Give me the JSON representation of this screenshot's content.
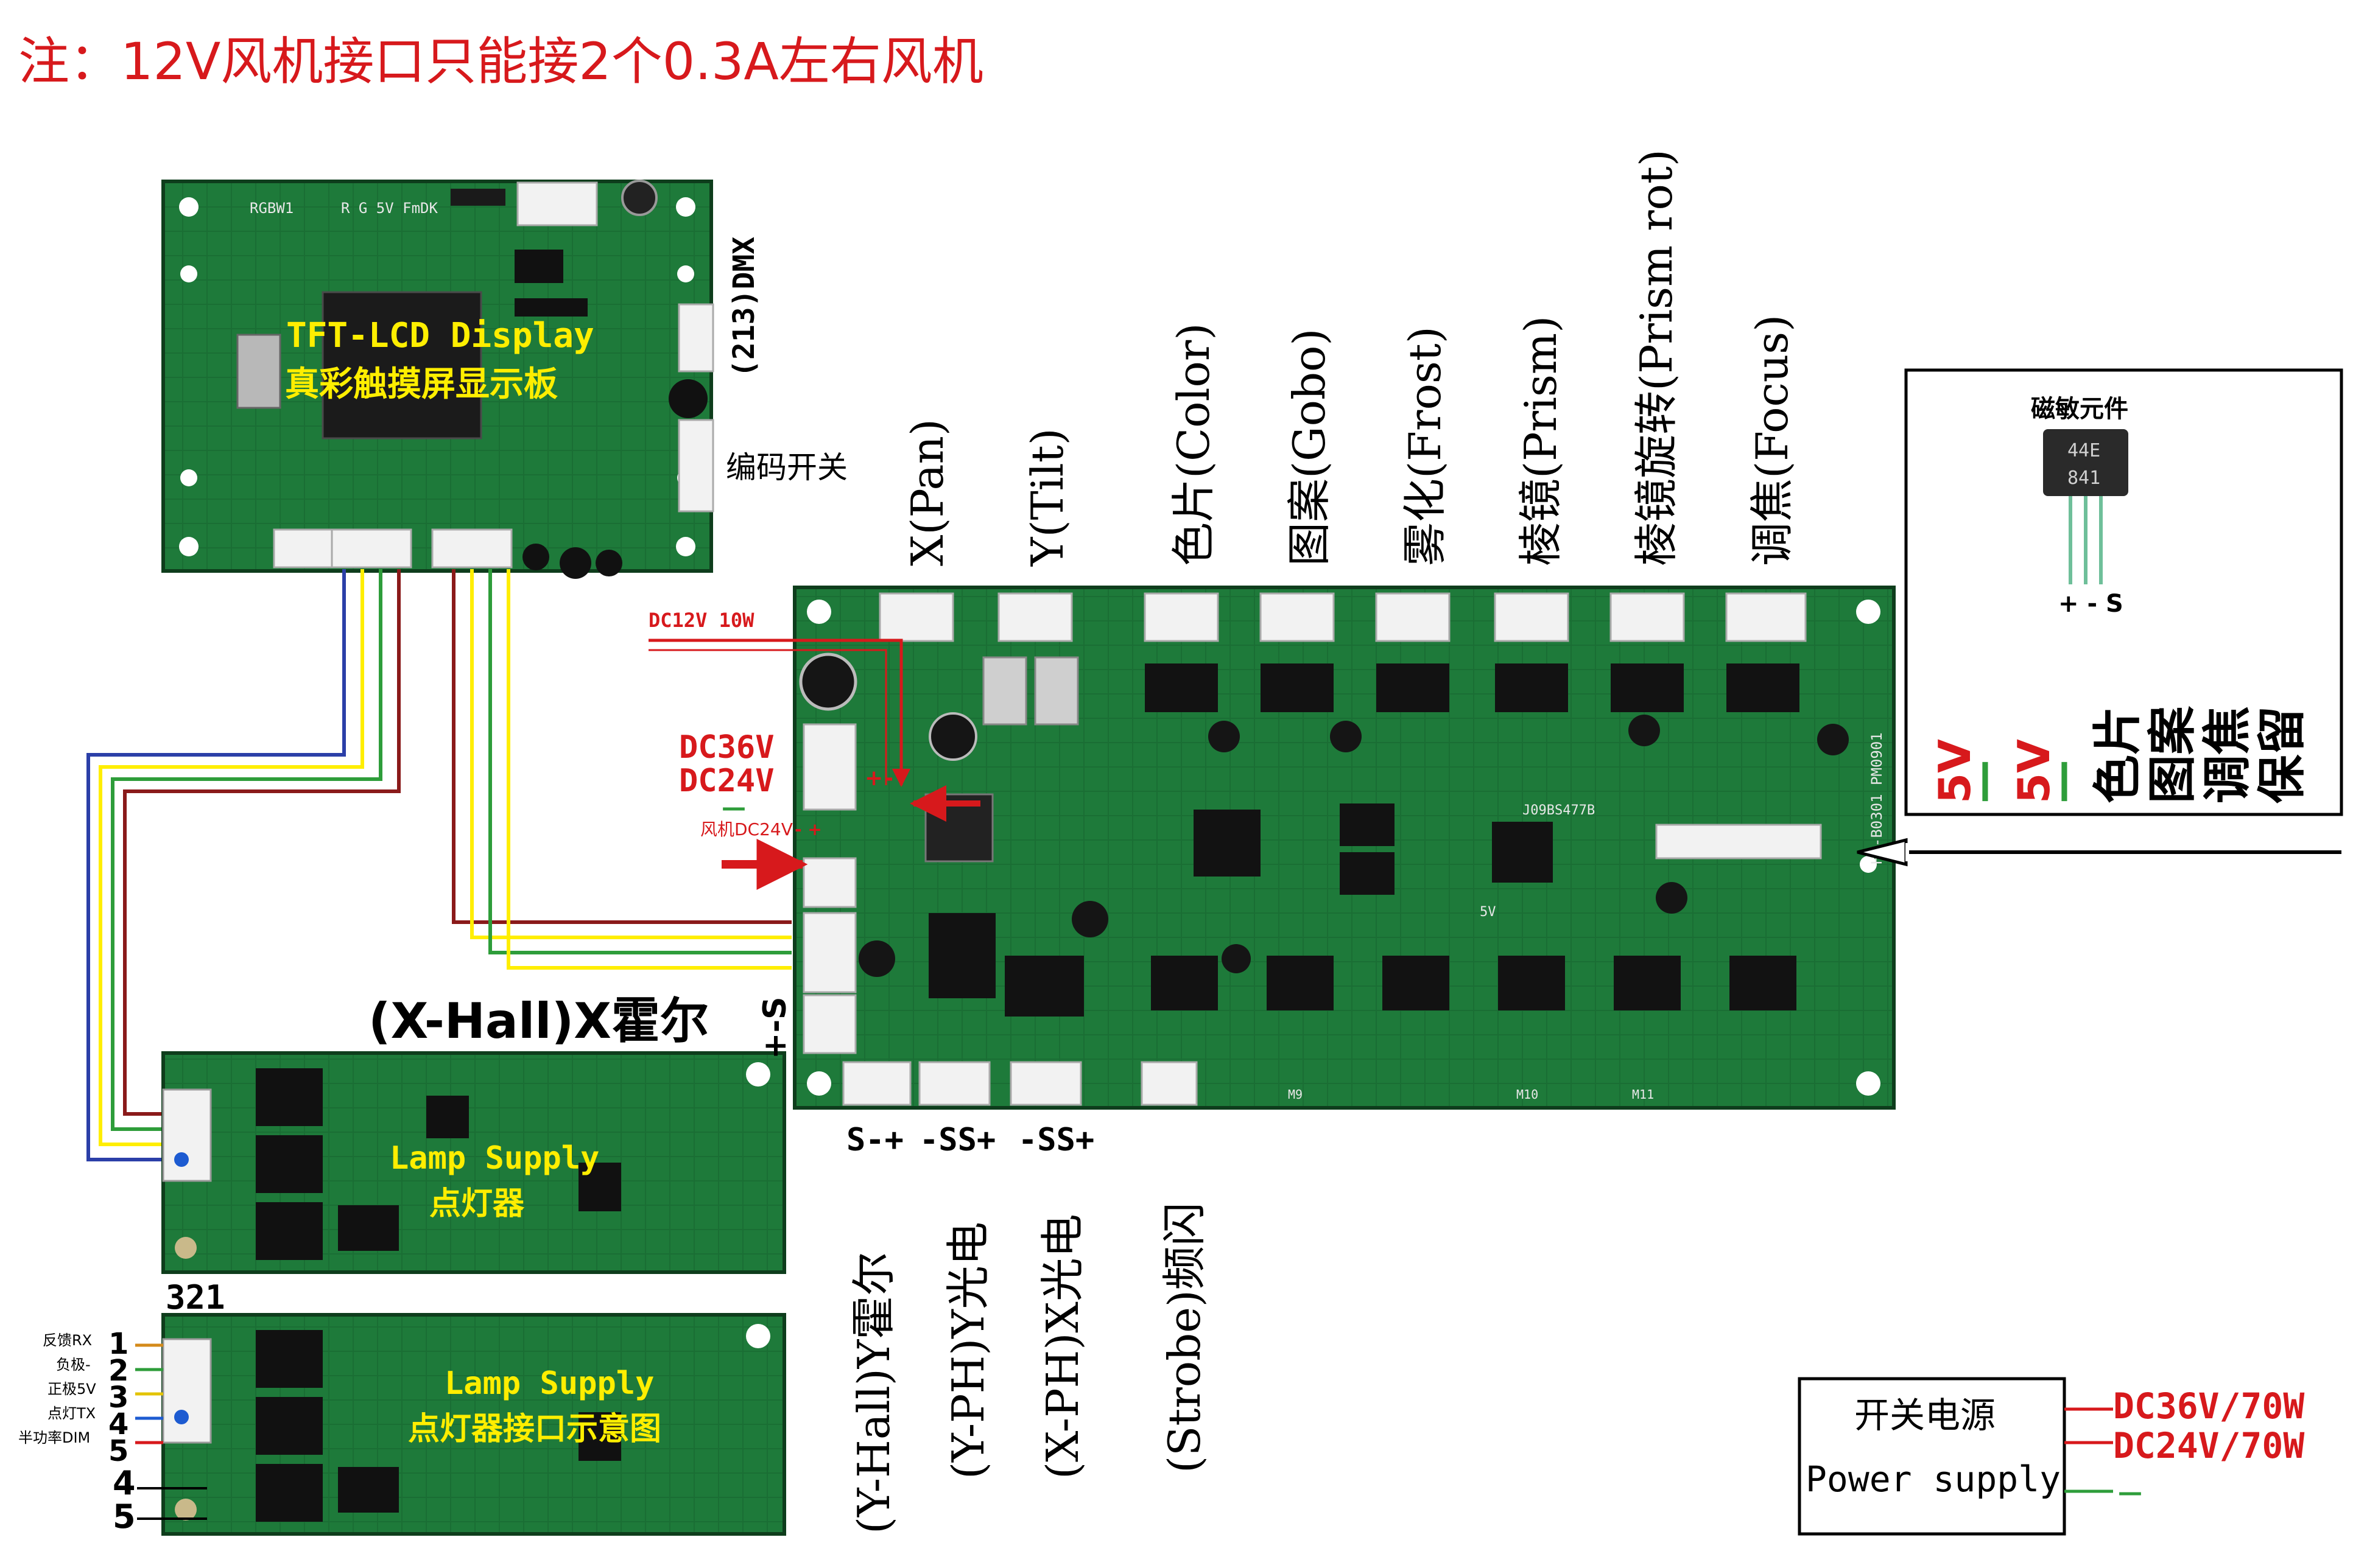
{
  "note": "注：12V风机接口只能接2个0.3A左右风机",
  "display_board": {
    "line1": "TFT-LCD Display",
    "line2": "真彩触摸屏显示板",
    "dmx_label": "(213)DMX",
    "encoder_label": "编码开关",
    "silk_rgbw": "RGBW1",
    "silk_rgsv": "R G 5V FmDK"
  },
  "lamp_supply_1": {
    "line1": "Lamp Supply",
    "line2": "点灯器"
  },
  "lamp_supply_2": {
    "line1": "Lamp Supply",
    "line2": "点灯器接口示意图"
  },
  "lamp_pins": {
    "top_numbers": "321",
    "side_numbers": [
      "1",
      "2",
      "3",
      "4",
      "5"
    ],
    "pin_labels": [
      "反馈RX",
      "负极-",
      "正极5V",
      "点灯TX",
      "半功率DIM"
    ],
    "bottom_numbers": [
      "4",
      "5"
    ]
  },
  "x_hall_label": "(X-Hall)X霍尔",
  "x_hall_pins": "+-S",
  "power_labels": {
    "dc12v": "DC12V 10W",
    "dc36v": "DC36V",
    "dc24v": "DC24V",
    "minus": "—",
    "fan": "风机DC24V",
    "fan_pins": "- +",
    "pin_plus": "+",
    "pin_minus": "-"
  },
  "top_connectors": [
    "X(Pan)",
    "Y(Tilt)",
    "色片(Color)",
    "图案(Gobo)",
    "雾化(Frost)",
    "棱镜(Prism)",
    "棱镜旋转(Prism rot)",
    "调焦(Focus)"
  ],
  "bottom_connectors": [
    {
      "pins": "S-+",
      "label": "(Y-Hall)Y霍尔"
    },
    {
      "pins": "-SS+",
      "label": "(Y-PH)Y光电"
    },
    {
      "pins": "-SS+",
      "label": "(X-PH)X光电"
    },
    {
      "pins": "",
      "label": "(Strobe)频闪"
    }
  ],
  "main_board": {
    "model": "HY-B0301 PM0901",
    "chip_mark": "J09BS477B",
    "silk_5v": "5V",
    "silk_m9": "M9",
    "silk_m10": "M10",
    "silk_m11": "M11"
  },
  "sensor_box": {
    "title": "磁敏元件",
    "chip_line1": "44E",
    "chip_line2": "841",
    "pins": "+ - S",
    "right_labels": [
      "5V",
      "—",
      "5V",
      "—",
      "色片",
      "图案",
      "调焦",
      "保留"
    ]
  },
  "power_supply": {
    "line1": "开关电源",
    "line2": "Power supply",
    "out1": "DC36V/70W",
    "out2": "DC24V/70W",
    "out3": "—"
  },
  "colors": {
    "pcb_green": "#1e7a3a",
    "pcb_dark": "#124d24",
    "accent_red": "#d7191c",
    "label_yellow": "#ffee00",
    "wire_blue": "#2b3fa8",
    "wire_yellow": "#f2d200",
    "wire_green": "#2e9d3a",
    "wire_darkred": "#8a1a1a"
  }
}
